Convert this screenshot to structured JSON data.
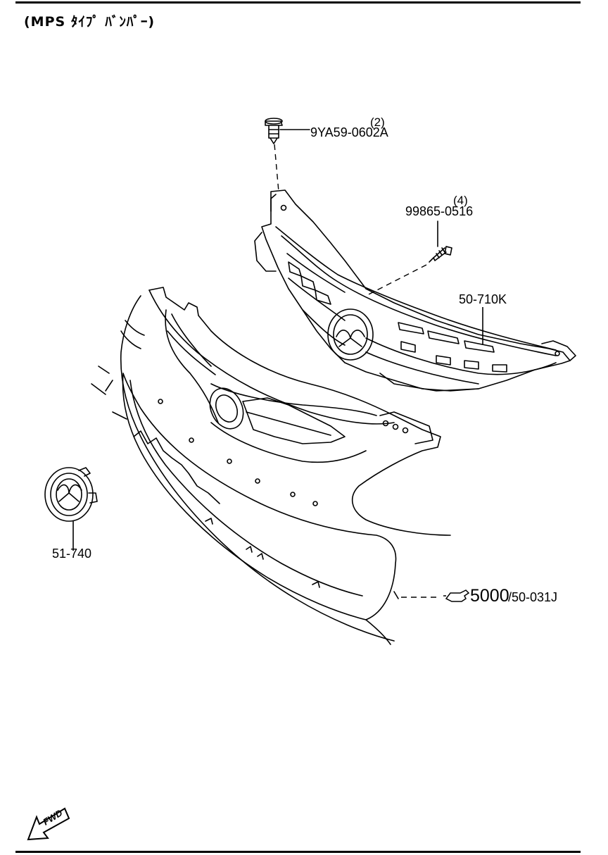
{
  "header": {
    "title": "(MPS ﾀｲﾌﾟ ﾊﾞﾝﾊﾟｰ)"
  },
  "parts": {
    "screw_top": {
      "number": "9YA59-0602A",
      "qty": "(2)"
    },
    "screw_side": {
      "number": "99865-0516",
      "qty": "(4)"
    },
    "grille": {
      "number": "50-710K"
    },
    "emblem": {
      "number": "51-740"
    }
  },
  "reference": {
    "main": "5000",
    "sub": "/50-031J"
  },
  "fwd": {
    "text": "FWD"
  }
}
